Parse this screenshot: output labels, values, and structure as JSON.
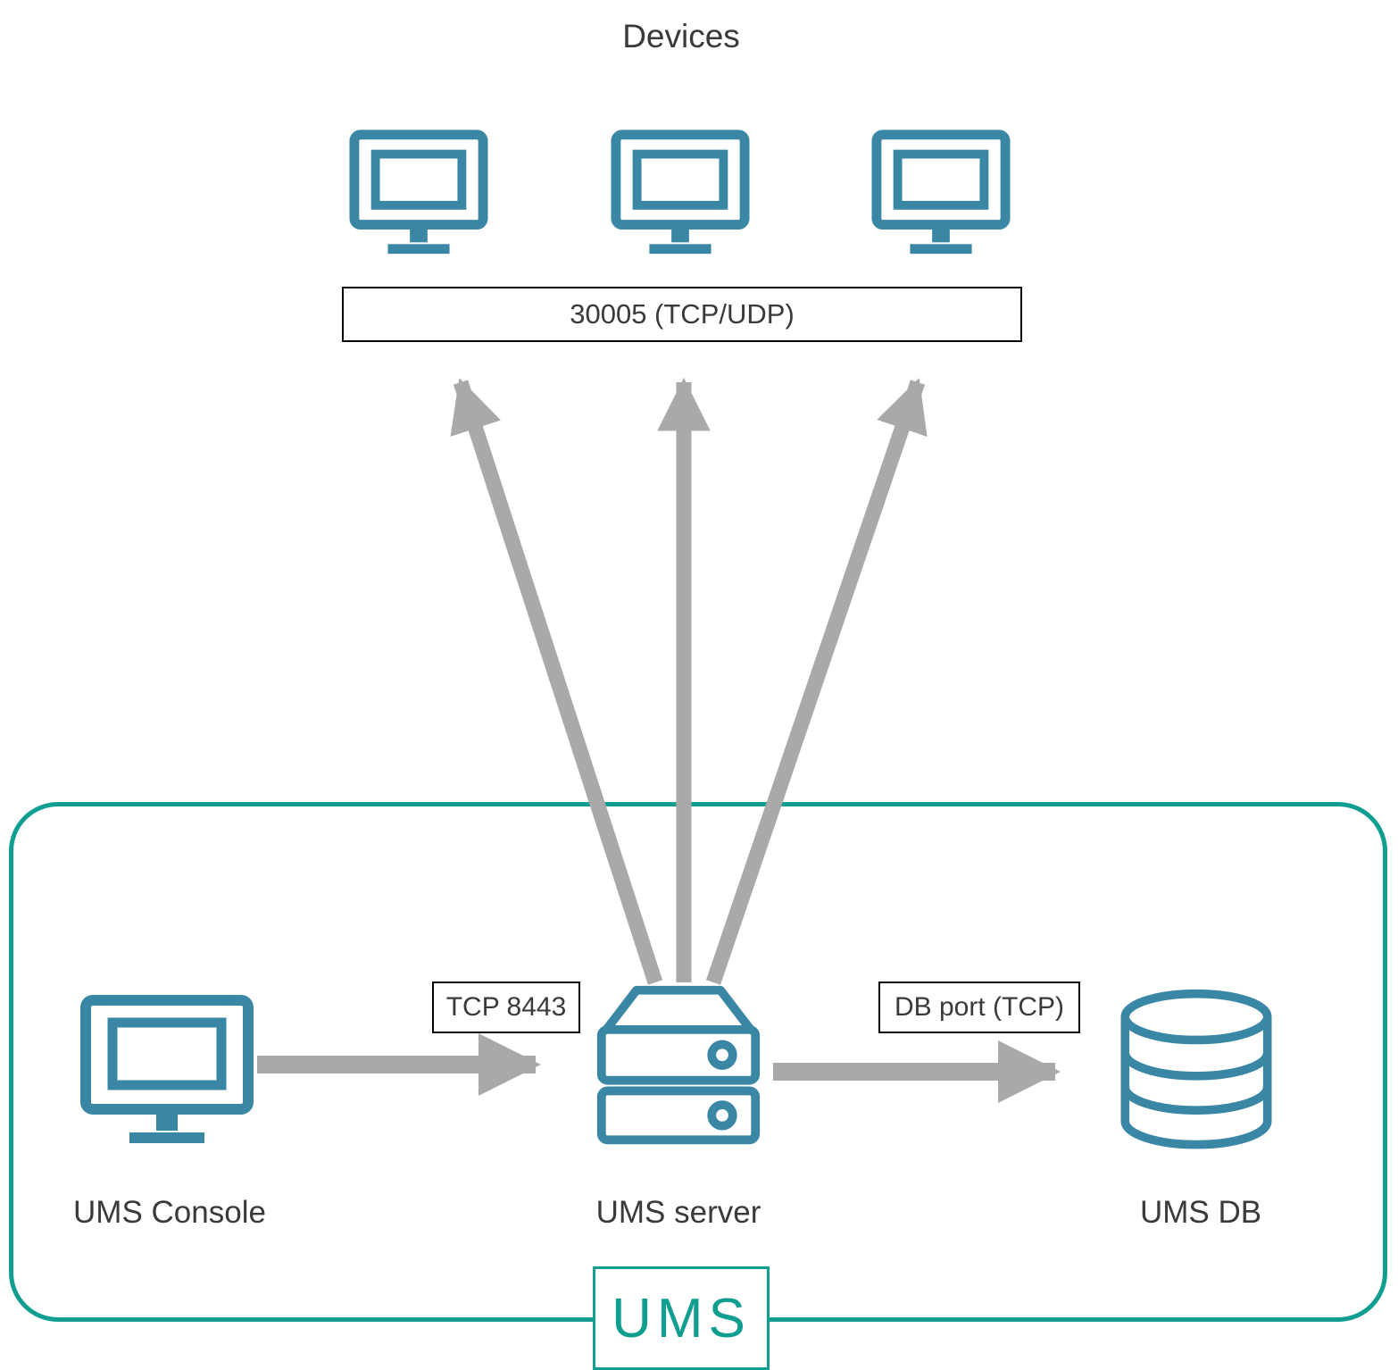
{
  "colors": {
    "icon": "#3a87a5",
    "arrow": "#a9a9a9",
    "container_border": "#0f9e90",
    "text": "#3a3a3a",
    "background": "#ffffff"
  },
  "diagram": {
    "devices_title": "Devices",
    "devices_port_label": "30005 (TCP/UDP)",
    "console_label": "UMS Console",
    "server_label": "UMS server",
    "db_label": "UMS DB",
    "console_server_port_label": "TCP 8443",
    "server_db_port_label": "DB port (TCP)",
    "ums_logo": "UMS"
  }
}
